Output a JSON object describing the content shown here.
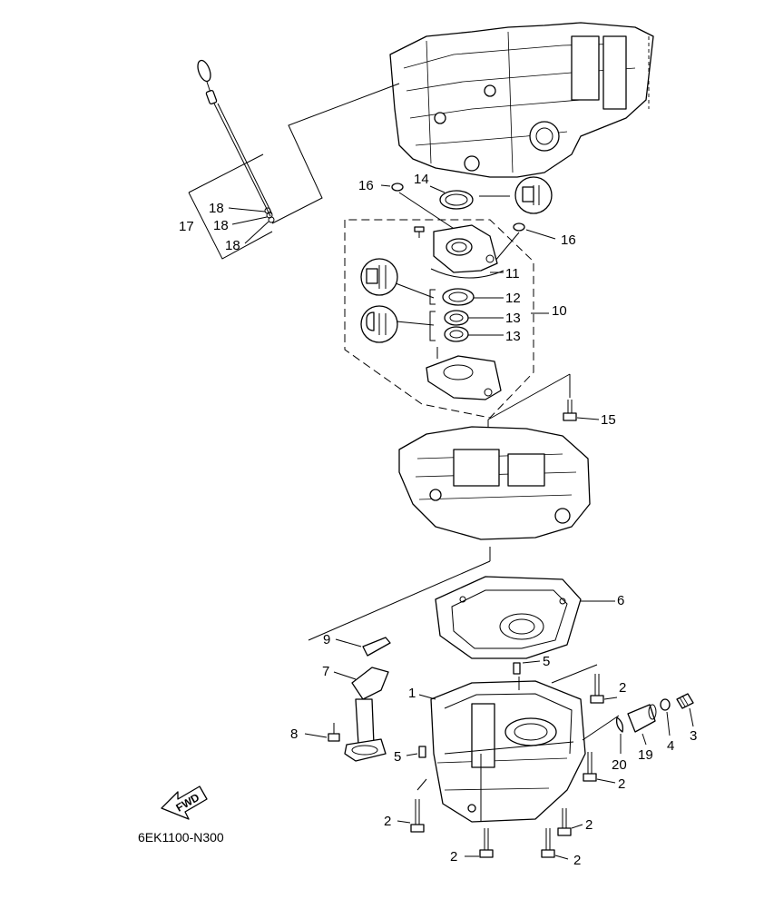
{
  "diagram_code": "6EK1100-N300",
  "fwd_label": "FWD",
  "callouts": {
    "c1": "1",
    "c2a": "2",
    "c2b": "2",
    "c2c": "2",
    "c2d": "2",
    "c2e": "2",
    "c2f": "2",
    "c3": "3",
    "c4": "4",
    "c5a": "5",
    "c5b": "5",
    "c6": "6",
    "c7": "7",
    "c8": "8",
    "c9": "9",
    "c10": "10",
    "c11": "11",
    "c12": "12",
    "c13a": "13",
    "c13b": "13",
    "c14": "14",
    "c15": "15",
    "c16a": "16",
    "c16b": "16",
    "c17": "17",
    "c18a": "18",
    "c18b": "18",
    "c18c": "18",
    "c19": "19",
    "c20": "20"
  },
  "icons": [
    "grease-icon",
    "grease-icon",
    "grease-icon",
    "fwd-arrow-icon"
  ]
}
